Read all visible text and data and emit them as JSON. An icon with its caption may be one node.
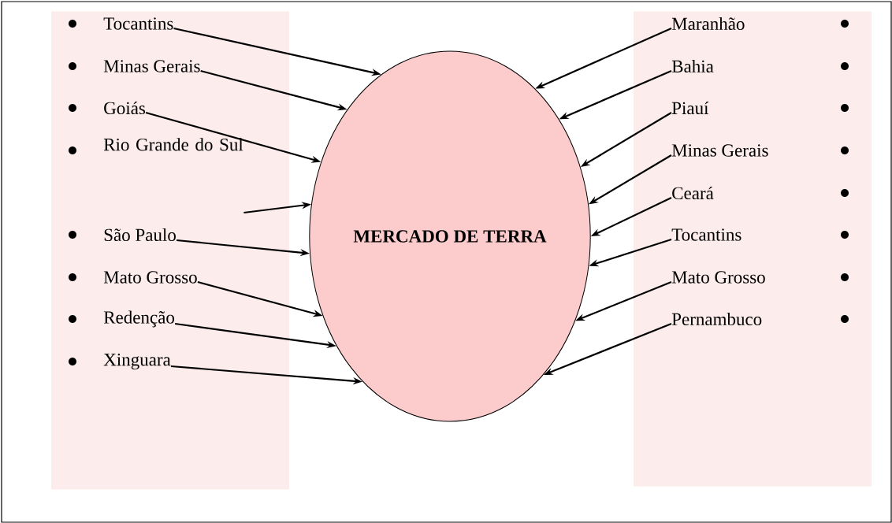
{
  "diagram": {
    "nodes": [
      {
        "text": [],
        "shape": "box"
      },
      {
        "text": [
          "Tocantins"
        ],
        "in": 0
      },
      {
        "text": [
          "Minas Gerais"
        ],
        "in": 0
      },
      {
        "text": [
          "Goiás"
        ],
        "in": 0
      },
      {
        "text": [
          "Rio Grande do Sul"
        ],
        "in": 0
      },
      {
        "text": [
          "São Paulo"
        ],
        "in": 0
      },
      {
        "text": [
          "Mato Grosso"
        ],
        "in": 0
      },
      {
        "text": [
          "Redenção"
        ],
        "in": 0
      },
      {
        "text": [
          "Xinguara"
        ],
        "in": 0
      },
      {
        "text": [
          "MERCADO DE TERRA"
        ]
      },
      {
        "text": [],
        "shape": "box"
      },
      {
        "text": [
          "Maranhão"
        ],
        "in": 10
      },
      {
        "text": [
          "Bahia"
        ],
        "in": 10
      },
      {
        "text": [
          "Piauí"
        ],
        "in": 10
      },
      {
        "text": [
          "Minas Gerais"
        ],
        "in": 10
      },
      {
        "text": [
          "Ceará"
        ],
        "in": 10
      },
      {
        "text": [
          "Tocantins"
        ],
        "in": 10
      },
      {
        "text": [
          "Mato Grosso"
        ],
        "in": 10
      },
      {
        "text": [
          "Pernambuco"
        ],
        "in": 10
      }
    ],
    "edges": [
      {
        "from": 1,
        "to": 9,
        "arrow": "to"
      },
      {
        "from": 2,
        "to": 9,
        "arrow": "to"
      },
      {
        "from": 3,
        "to": 9,
        "arrow": "to"
      },
      {
        "from": 4,
        "to": 9,
        "arrow": "to"
      },
      {
        "from": 5,
        "to": 9,
        "arrow": "to"
      },
      {
        "from": 6,
        "to": 9,
        "arrow": "to"
      },
      {
        "from": 7,
        "to": 9,
        "arrow": "to"
      },
      {
        "from": 8,
        "to": 9,
        "arrow": "to"
      },
      {
        "from": 11,
        "to": 9,
        "arrow": "to"
      },
      {
        "from": 12,
        "to": 9,
        "arrow": "to"
      },
      {
        "from": 13,
        "to": 9,
        "arrow": "to"
      },
      {
        "from": 14,
        "to": 9,
        "arrow": "to"
      },
      {
        "from": 15,
        "to": 9,
        "arrow": "to"
      },
      {
        "from": 16,
        "to": 9,
        "arrow": "to"
      },
      {
        "from": 17,
        "to": 9,
        "arrow": "to"
      },
      {
        "from": 18,
        "to": 9,
        "arrow": "to"
      }
    ]
  }
}
